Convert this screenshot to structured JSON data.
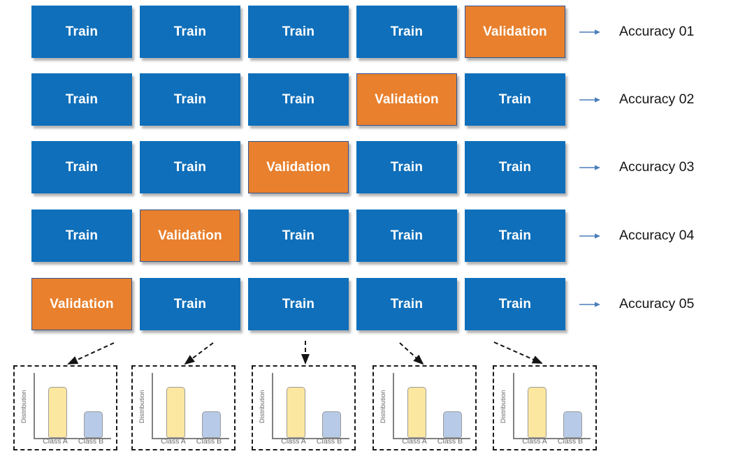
{
  "colors": {
    "train_fill": "#0F6FBA",
    "validation_fill": "#E8802D",
    "validation_border": "#2F5496",
    "cell_text": "#FFFFFF",
    "accuracy_text": "#141414",
    "accuracy_arrow": "#4A7EBB",
    "connector": "#141414",
    "chart_border": "#1A1A1A",
    "axis": "#808080",
    "bar_border": "#9B9B9B",
    "bar_a_fill": "#FBE79F",
    "bar_b_fill": "#B7CBE8",
    "label_text": "#696969"
  },
  "grid": {
    "rows": [
      {
        "cells": [
          {
            "type": "train",
            "label": "Train"
          },
          {
            "type": "train",
            "label": "Train"
          },
          {
            "type": "train",
            "label": "Train"
          },
          {
            "type": "train",
            "label": "Train"
          },
          {
            "type": "validation",
            "label": "Validation"
          }
        ],
        "accuracy": "Accuracy 01"
      },
      {
        "cells": [
          {
            "type": "train",
            "label": "Train"
          },
          {
            "type": "train",
            "label": "Train"
          },
          {
            "type": "train",
            "label": "Train"
          },
          {
            "type": "validation",
            "label": "Validation"
          },
          {
            "type": "train",
            "label": "Train"
          }
        ],
        "accuracy": "Accuracy 02"
      },
      {
        "cells": [
          {
            "type": "train",
            "label": "Train"
          },
          {
            "type": "train",
            "label": "Train"
          },
          {
            "type": "validation",
            "label": "Validation"
          },
          {
            "type": "train",
            "label": "Train"
          },
          {
            "type": "train",
            "label": "Train"
          }
        ],
        "accuracy": "Accuracy 03"
      },
      {
        "cells": [
          {
            "type": "train",
            "label": "Train"
          },
          {
            "type": "validation",
            "label": "Validation"
          },
          {
            "type": "train",
            "label": "Train"
          },
          {
            "type": "train",
            "label": "Train"
          },
          {
            "type": "train",
            "label": "Train"
          }
        ],
        "accuracy": "Accuracy 04"
      },
      {
        "cells": [
          {
            "type": "validation",
            "label": "Validation"
          },
          {
            "type": "train",
            "label": "Train"
          },
          {
            "type": "train",
            "label": "Train"
          },
          {
            "type": "train",
            "label": "Train"
          },
          {
            "type": "train",
            "label": "Train"
          }
        ],
        "accuracy": "Accuracy 05"
      }
    ]
  },
  "chart_data": [
    {
      "type": "bar",
      "title": "",
      "xlabel": "",
      "ylabel": "Distribution",
      "categories": [
        "Class A",
        "Class B"
      ],
      "values": [
        0.79,
        0.41
      ],
      "ylim": [
        0,
        1
      ],
      "grid": false,
      "legend": "none"
    },
    {
      "type": "bar",
      "title": "",
      "xlabel": "",
      "ylabel": "Distribution",
      "categories": [
        "Class A",
        "Class B"
      ],
      "values": [
        0.79,
        0.41
      ],
      "ylim": [
        0,
        1
      ],
      "grid": false,
      "legend": "none"
    },
    {
      "type": "bar",
      "title": "",
      "xlabel": "",
      "ylabel": "Distribution",
      "categories": [
        "Class A",
        "Class B"
      ],
      "values": [
        0.79,
        0.41
      ],
      "ylim": [
        0,
        1
      ],
      "grid": false,
      "legend": "none"
    },
    {
      "type": "bar",
      "title": "",
      "xlabel": "",
      "ylabel": "Distribution",
      "categories": [
        "Class A",
        "Class B"
      ],
      "values": [
        0.79,
        0.41
      ],
      "ylim": [
        0,
        1
      ],
      "grid": false,
      "legend": "none"
    },
    {
      "type": "bar",
      "title": "",
      "xlabel": "",
      "ylabel": "Distribution",
      "categories": [
        "Class A",
        "Class B"
      ],
      "values": [
        0.79,
        0.41
      ],
      "ylim": [
        0,
        1
      ],
      "grid": false,
      "legend": "none"
    }
  ]
}
